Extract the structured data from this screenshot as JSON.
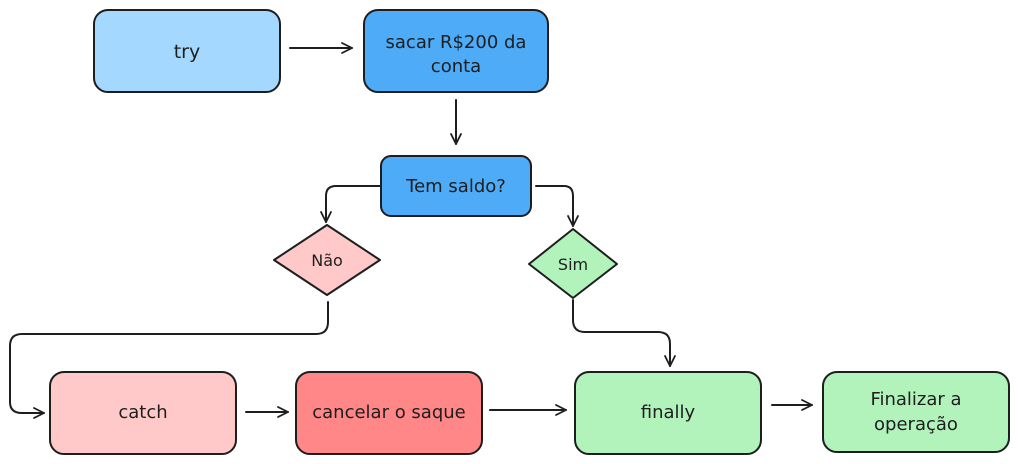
{
  "nodes": {
    "try": {
      "label": "try",
      "fill": "#a5d8ff"
    },
    "sacar": {
      "label_line1": "sacar R$200 da",
      "label_line2": "conta",
      "fill": "#4dabf7"
    },
    "tem_saldo": {
      "label": "Tem saldo?",
      "fill": "#4dabf7"
    },
    "nao": {
      "label": "Não",
      "fill": "#ffc9c9"
    },
    "sim": {
      "label": "Sim",
      "fill": "#b2f2bb"
    },
    "catch": {
      "label": "catch",
      "fill": "#ffc9c9"
    },
    "cancelar": {
      "label": "cancelar o saque",
      "fill": "#ff8787"
    },
    "finally": {
      "label": "finally",
      "fill": "#b2f2bb"
    },
    "finalizar": {
      "label_line1": "Finalizar a",
      "label_line2": "operação",
      "fill": "#b2f2bb"
    }
  },
  "stroke_color": "#1e1e1e"
}
